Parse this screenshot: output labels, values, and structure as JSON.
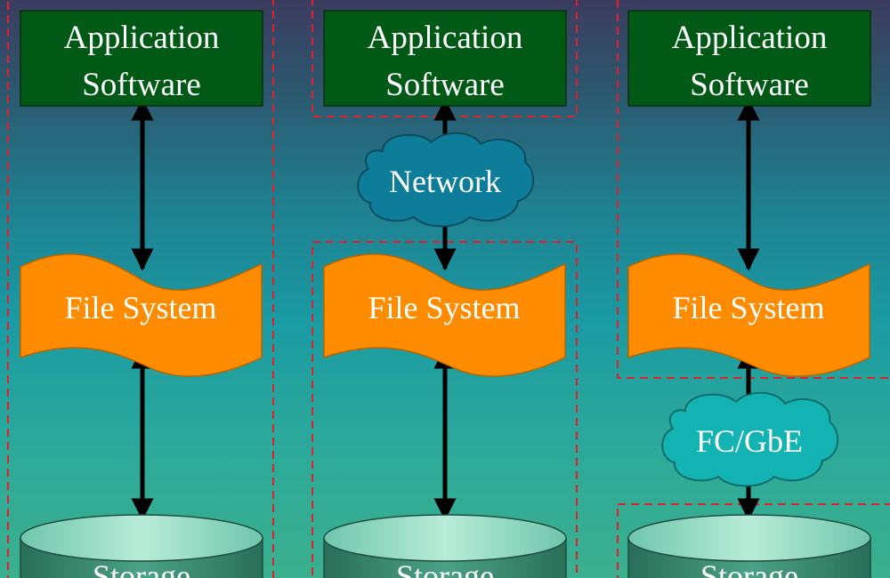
{
  "columns": [
    {
      "app": [
        "Application",
        "Software"
      ],
      "fs": "File System",
      "storage": "Storage"
    },
    {
      "app": [
        "Application",
        "Software"
      ],
      "fs": "File System",
      "storage": "Storage",
      "cloud": "Network"
    },
    {
      "app": [
        "Application",
        "Software"
      ],
      "fs": "File System",
      "storage": "Storage",
      "cloud": "FC/GbE"
    }
  ],
  "colors": {
    "app_fill": "#005a16",
    "fs_fill": "#ff8c00",
    "network_cloud": "#0e7d99",
    "fc_cloud": "#14b3b3",
    "storage_fill": "#3c8d73",
    "storage_top": "#8ed8c0",
    "boundary": "#e0202a",
    "arrow": "#000000"
  }
}
